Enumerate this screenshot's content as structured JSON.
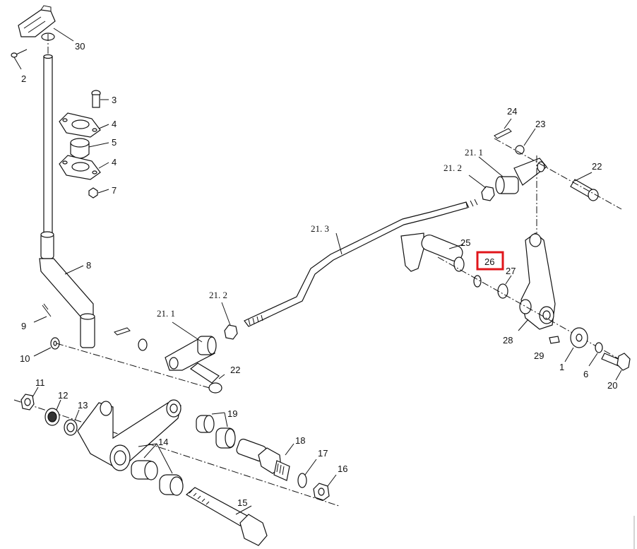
{
  "diagram": {
    "labels": {
      "c30": "30",
      "c2": "2",
      "c3": "3",
      "c4a": "4",
      "c5": "5",
      "c4b": "4",
      "c7": "7",
      "c8": "8",
      "c9": "9",
      "c10": "10",
      "c11": "11",
      "c12": "12",
      "c13": "13",
      "c14": "14",
      "c15": "15",
      "c16": "16",
      "c17": "17",
      "c18": "18",
      "c19": "19",
      "c211a": "21. 1",
      "c212a": "21. 2",
      "c22a": "22",
      "c213": "21. 3",
      "c211b": "21. 1",
      "c212b": "21. 2",
      "c22b": "22",
      "c23": "23",
      "c24": "24",
      "c25": "25",
      "c26": "26",
      "c27": "27",
      "c28": "28",
      "c29": "29",
      "c1": "1",
      "c6": "6",
      "c20": "20"
    },
    "highlight_color": "#e0161b"
  }
}
